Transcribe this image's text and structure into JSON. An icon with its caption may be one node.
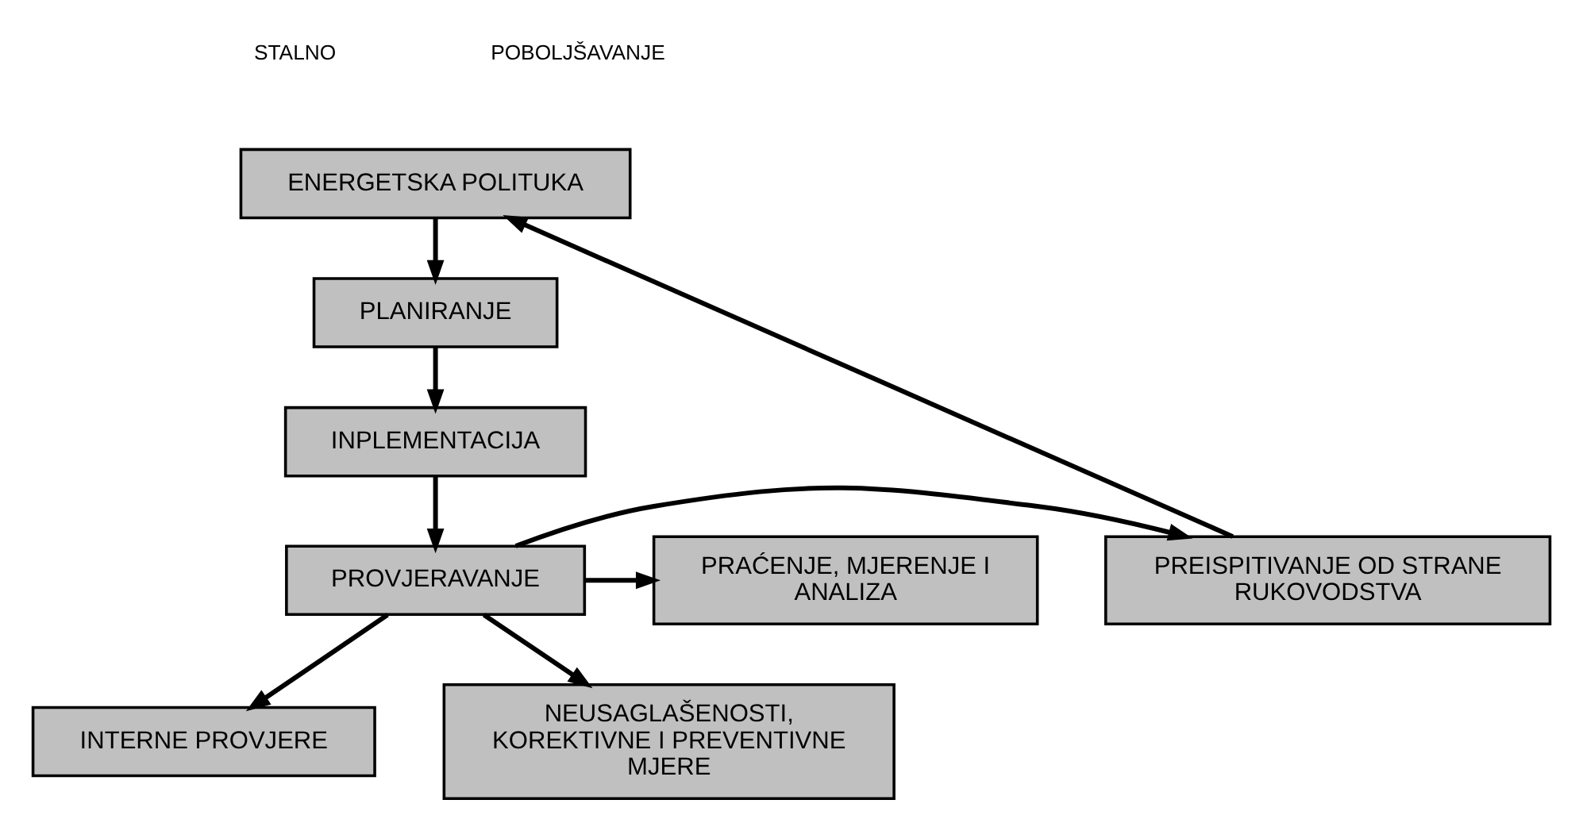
{
  "diagram": {
    "nodes": [
      {
        "text": [
          "ENERGETSKA POLITUKA"
        ]
      },
      {
        "text": [
          "PLANIRANJE"
        ]
      },
      {
        "text": [
          "INPLEMENTACIJA"
        ]
      },
      {
        "text": [
          "PREISPITIVANJE OD STRANE RUKOVODSTVA"
        ]
      },
      {
        "text": [
          "PROVJERAVANJE"
        ]
      },
      {
        "text": [
          "PRAĆENJE, MJERENJE I ANALIZA"
        ]
      },
      {
        "text": [
          "INTERNE PROVJERE"
        ]
      },
      {
        "text": [
          "NEUSAGLAŠENOSTI, KOREKTIVNE I PREVENTIVNE MJERE"
        ]
      }
    ],
    "edges": [
      {
        "from": 0,
        "to": 1,
        "arrow": "to"
      },
      {
        "from": 1,
        "to": 2,
        "arrow": "to"
      },
      {
        "from": 2,
        "to": 4,
        "arrow": "to"
      },
      {
        "from": 4,
        "to": 3,
        "arrow": "to"
      },
      {
        "from": 4,
        "to": 5,
        "arrow": "to"
      },
      {
        "from": 4,
        "to": 6,
        "arrow": "to"
      },
      {
        "from": 4,
        "to": 7,
        "arrow": "to"
      },
      {
        "from": 3,
        "to": 0,
        "arrow": "to"
      }
    ],
    "labels": [
      "STALNO",
      "POBOLJŠAVANJE"
    ]
  }
}
